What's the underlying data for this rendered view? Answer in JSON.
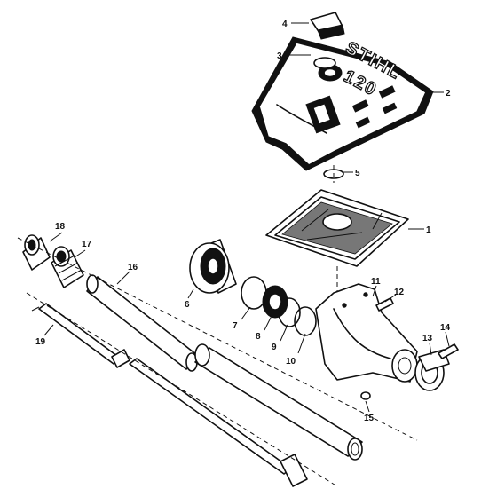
{
  "brand": {
    "line1": "STIHL",
    "line2": "120"
  },
  "callouts": [
    "1",
    "2",
    "3",
    "4",
    "5",
    "6",
    "7",
    "8",
    "9",
    "10",
    "11",
    "12",
    "13",
    "14",
    "15",
    "16",
    "17",
    "18",
    "19"
  ],
  "colors": {
    "ink": "#111111",
    "paper": "#ffffff"
  }
}
